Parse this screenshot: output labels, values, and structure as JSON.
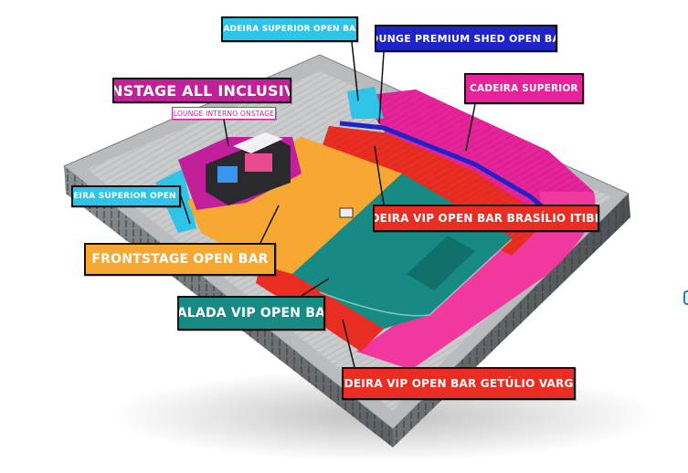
{
  "labels": {
    "onstage_all_inclusive": "ONSTAGE ALL INCLUSIVE",
    "lounge_interno_onstage": "LOUNGE INTERNO ONSTAGE",
    "cadeira_superior_open_bar_top": "CADEIRA SUPERIOR OPEN BAR",
    "lounge_premium_shed_open_bar": "LOUNGE PREMIUM SHED OPEN BAR",
    "cadeira_superior": "CADEIRA SUPERIOR",
    "cadeira_superior_open_bar_left": "CADEIRA SUPERIOR OPEN BAR",
    "cadeira_vip_open_bar_brasilio_itibere": "CADEIRA VIP OPEN BAR BRASÍLIO ITIBERÊ",
    "frontstage_open_bar": "FRONTSTAGE OPEN BAR",
    "balada_vip_open_bar": "BALADA VIP OPEN BAR",
    "cadeira_vip_open_bar_getulio_vargas": "CADEIRA VIP OPEN BAR GETÚLIO VARGAS"
  },
  "colors": {
    "cyan": "#2ec4e8",
    "navy": "#1f24c9",
    "pink": "#e6239a",
    "magenta": "#c21f9a",
    "red": "#ea2d22",
    "orange": "#f6a833",
    "teal": "#168a83"
  }
}
